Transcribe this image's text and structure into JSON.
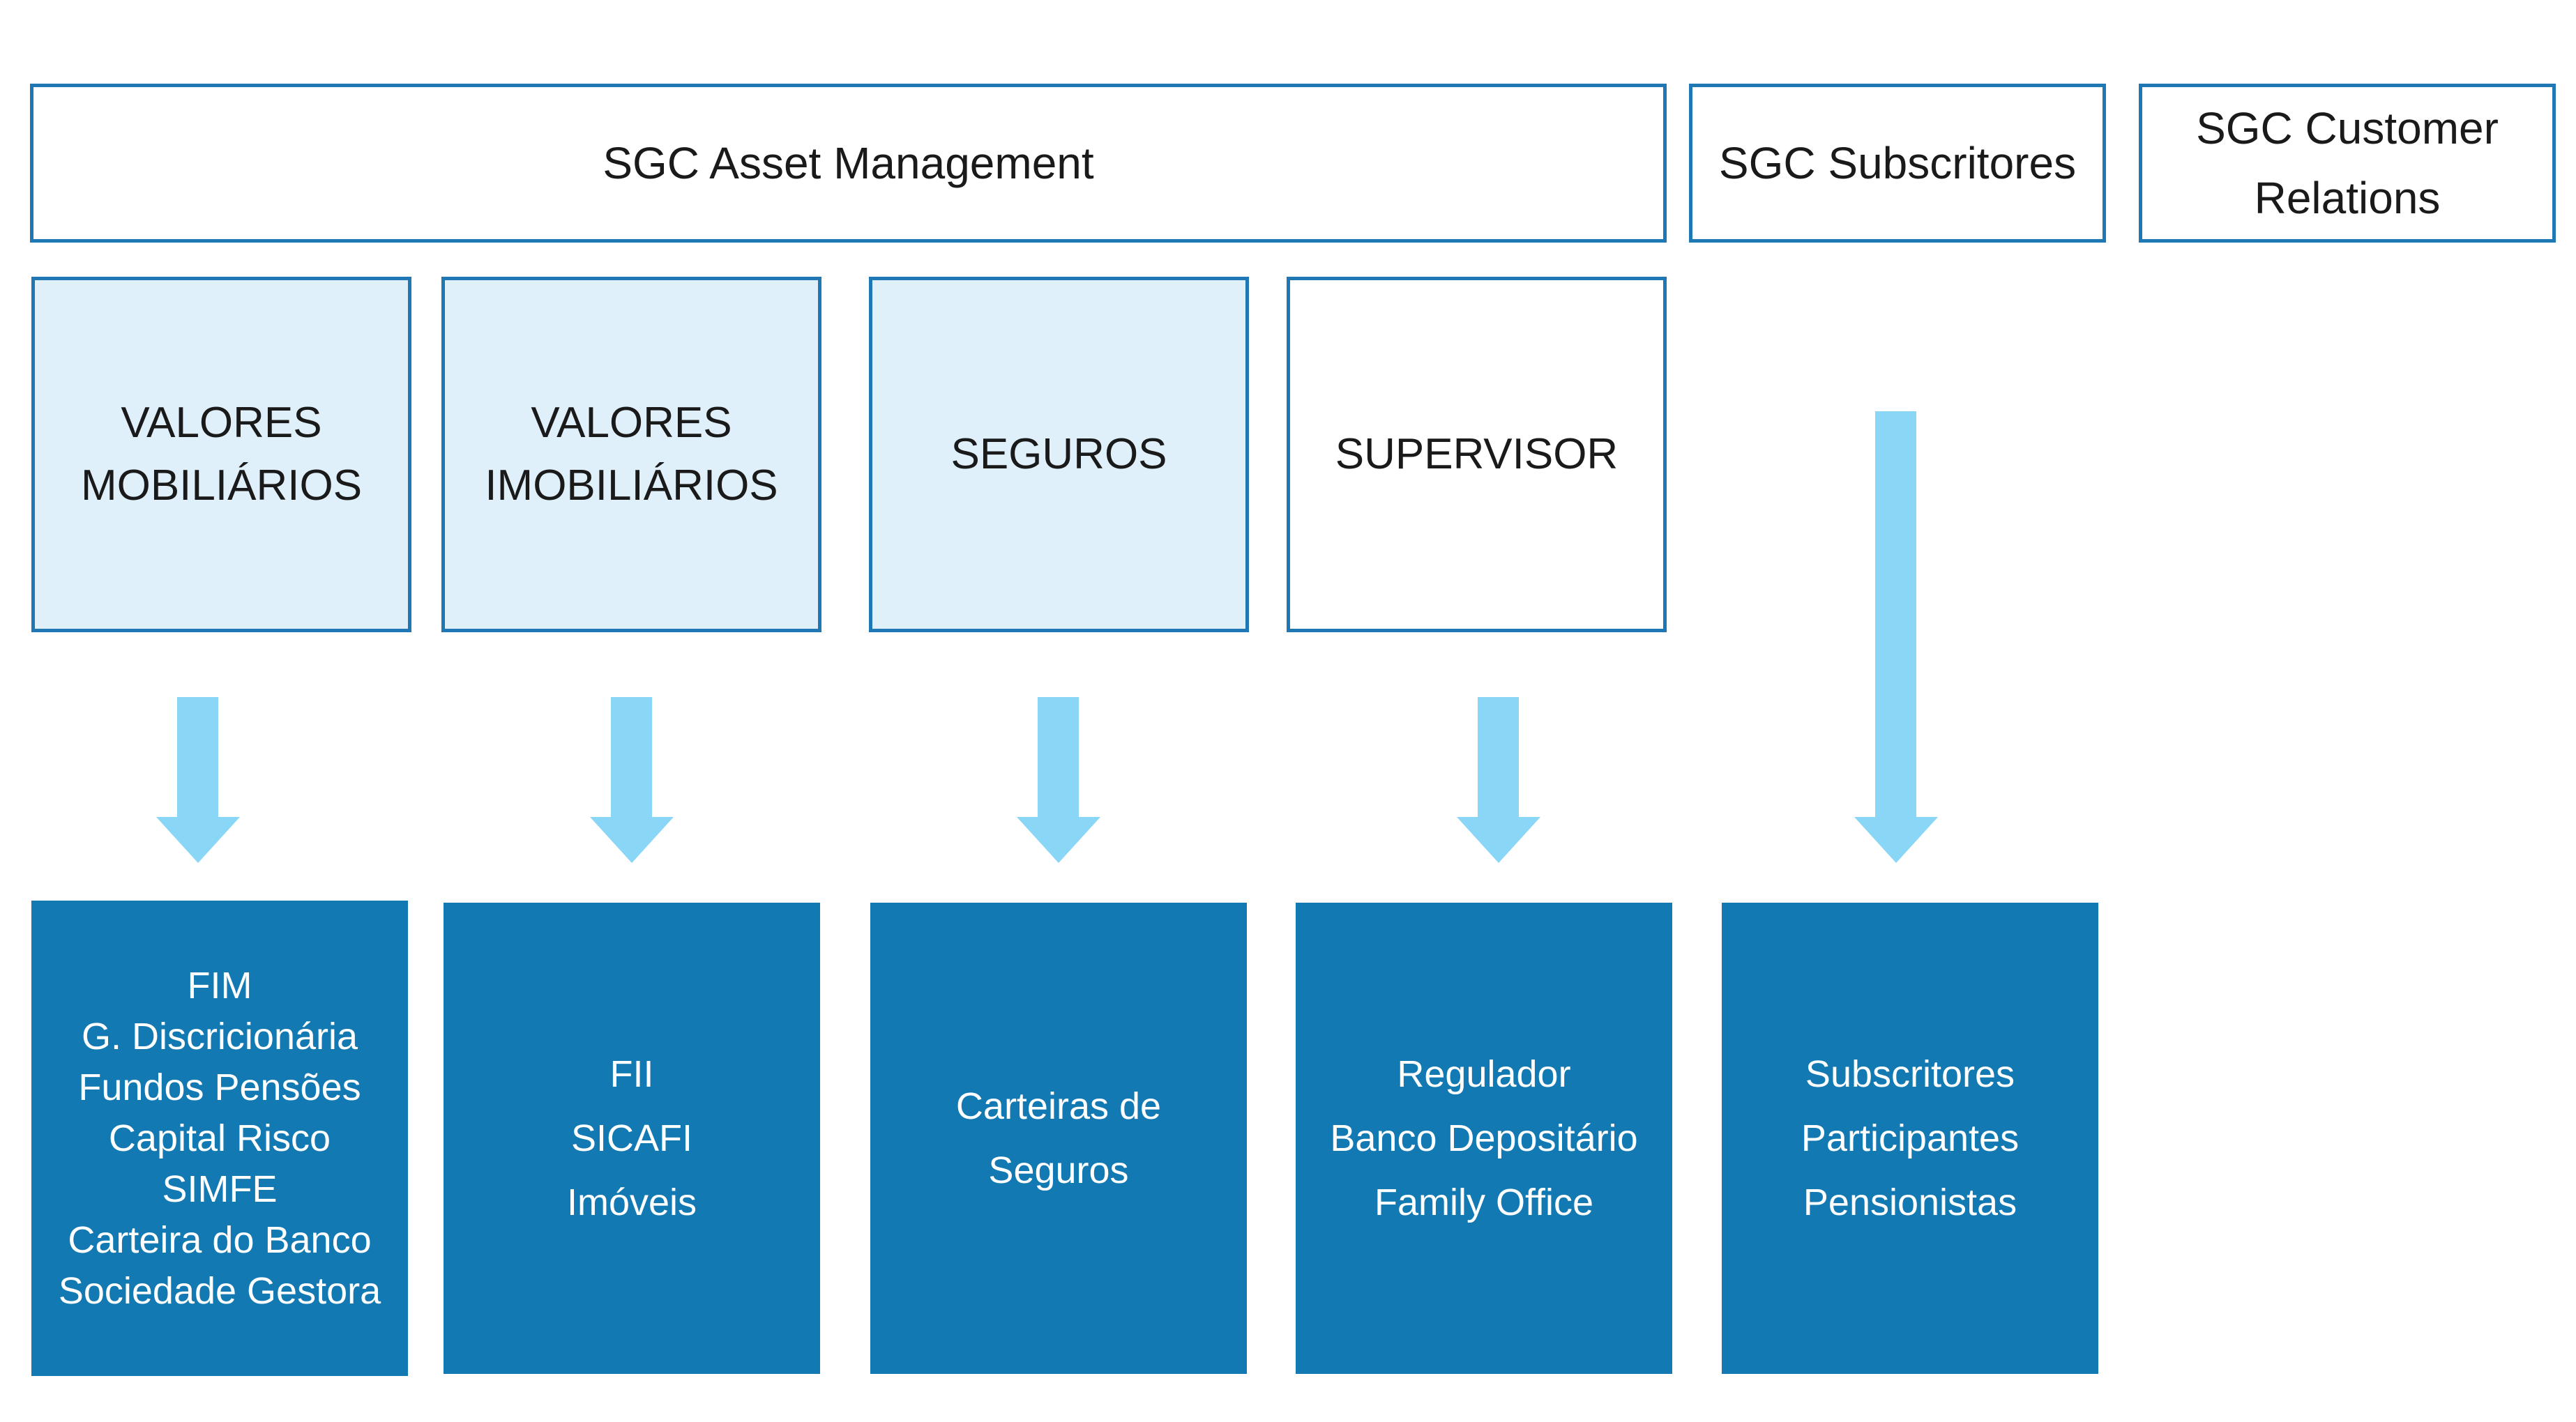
{
  "top_row": [
    {
      "id": "asset-management",
      "lines": [
        "SGC Asset Management"
      ]
    },
    {
      "id": "subscritores",
      "lines": [
        "SGC Subscritores"
      ]
    },
    {
      "id": "customer-relations",
      "lines": [
        "SGC Customer",
        "Relations"
      ]
    }
  ],
  "categories": [
    {
      "id": "valores-mobiliarios",
      "lines": [
        "VALORES",
        "MOBILIÁRIOS"
      ]
    },
    {
      "id": "valores-imobiliarios",
      "lines": [
        "VALORES",
        "IMOBILIÁRIOS"
      ]
    },
    {
      "id": "seguros",
      "lines": [
        "SEGUROS"
      ]
    },
    {
      "id": "supervisor",
      "lines": [
        "SUPERVISOR"
      ]
    }
  ],
  "details": [
    {
      "id": "mobiliarios-details",
      "lines": [
        "FIM",
        "G. Discricionária",
        "Fundos Pensões",
        "Capital Risco",
        "SIMFE",
        "Carteira do Banco",
        "Sociedade Gestora"
      ]
    },
    {
      "id": "imobiliarios-details",
      "lines": [
        "FII",
        "SICAFI",
        "Imóveis"
      ]
    },
    {
      "id": "seguros-details",
      "lines": [
        "Carteiras de",
        "Seguros"
      ]
    },
    {
      "id": "supervisor-details",
      "lines": [
        "Regulador",
        "Banco Depositário",
        "Family Office"
      ]
    },
    {
      "id": "subscritores-details",
      "lines": [
        "Subscritores",
        "Participantes",
        "Pensionistas"
      ]
    }
  ],
  "colors": {
    "border": "#1f77b4",
    "light_fill": "#dff0fb",
    "dark_fill": "#1279b3",
    "arrow": "#8ad6f7"
  }
}
